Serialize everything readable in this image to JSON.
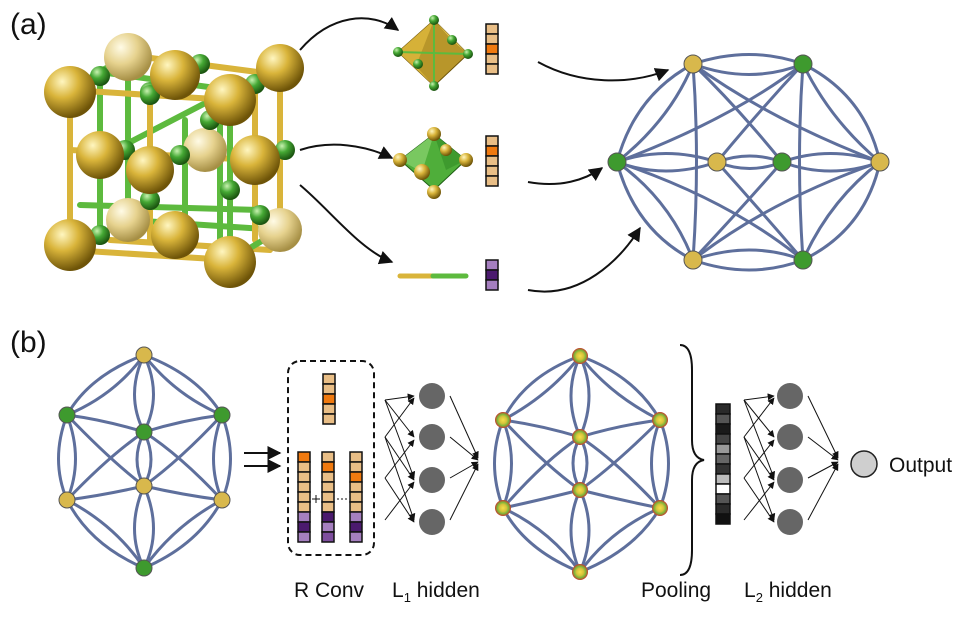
{
  "panels": {
    "a_label": "(a)",
    "b_label": "(b)"
  },
  "labels": {
    "rconv": "R Conv",
    "l1": "L",
    "l1_sub": "1",
    "hidden1": " hidden",
    "pooling": "Pooling",
    "l2": "L",
    "l2_sub": "2",
    "hidden2": " hidden",
    "output": "Output"
  },
  "colors": {
    "gold": "#D8B84C",
    "gold_dark": "#8A6D10",
    "green": "#3E9A2E",
    "green_dark": "#1E5E14",
    "edge": "#5E6F9C",
    "orange": "#F07A10",
    "tan": "#E9BE86",
    "purple_dark": "#4B1A6E",
    "purple_mid": "#7E4E9E",
    "purple_light": "#A57FBF",
    "node_gray": "#666666",
    "output_gray": "#CFCFCF"
  },
  "icons": {
    "crystal": "crystal-structure-icon",
    "octahedron_gold": "gold-octahedron-icon",
    "octahedron_green": "green-octahedron-icon",
    "bond": "bond-icon"
  }
}
